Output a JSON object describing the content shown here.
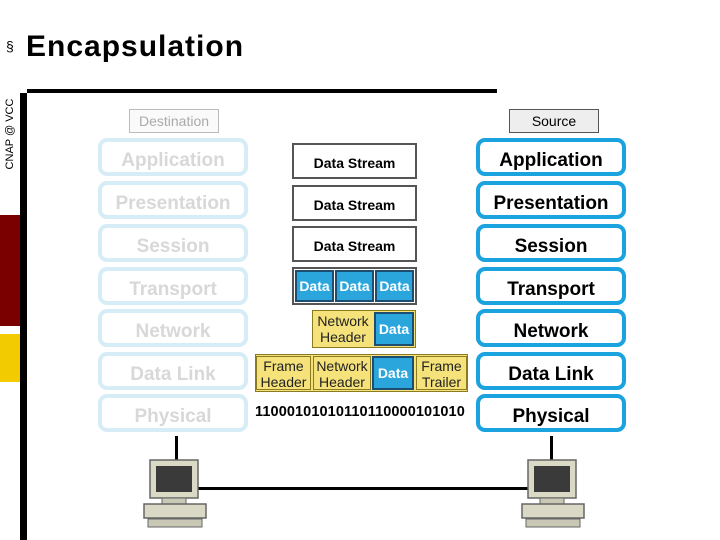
{
  "slide": {
    "bullet": "§",
    "title": "Encapsulation",
    "side_text": "CNAP @ VCC"
  },
  "destination": {
    "header": "Destination",
    "layers": [
      "Application",
      "Presentation",
      "Session",
      "Transport",
      "Network",
      "Data Link",
      "Physical"
    ]
  },
  "source": {
    "header": "Source",
    "layers": [
      "Application",
      "Presentation",
      "Session",
      "Transport",
      "Network",
      "Data Link",
      "Physical"
    ]
  },
  "middle": {
    "streams": [
      "Data Stream",
      "Data Stream",
      "Data Stream"
    ],
    "transport_segments": [
      "Data",
      "Data",
      "Data"
    ],
    "network": {
      "header": "Network Header",
      "data": "Data"
    },
    "datalink": {
      "frame_header": "Frame Header",
      "network_header": "Network Header",
      "data": "Data",
      "frame_trailer": "Frame Trailer"
    },
    "bits": "11000101010110110000101010"
  },
  "colors": {
    "accent_blue": "#1aa3df",
    "faded_blue": "#d6ecf6",
    "data_blue": "#2aa6dc",
    "header_yellow": "#f5e27a",
    "maroon": "#7a0000",
    "gold": "#f2cc00"
  }
}
